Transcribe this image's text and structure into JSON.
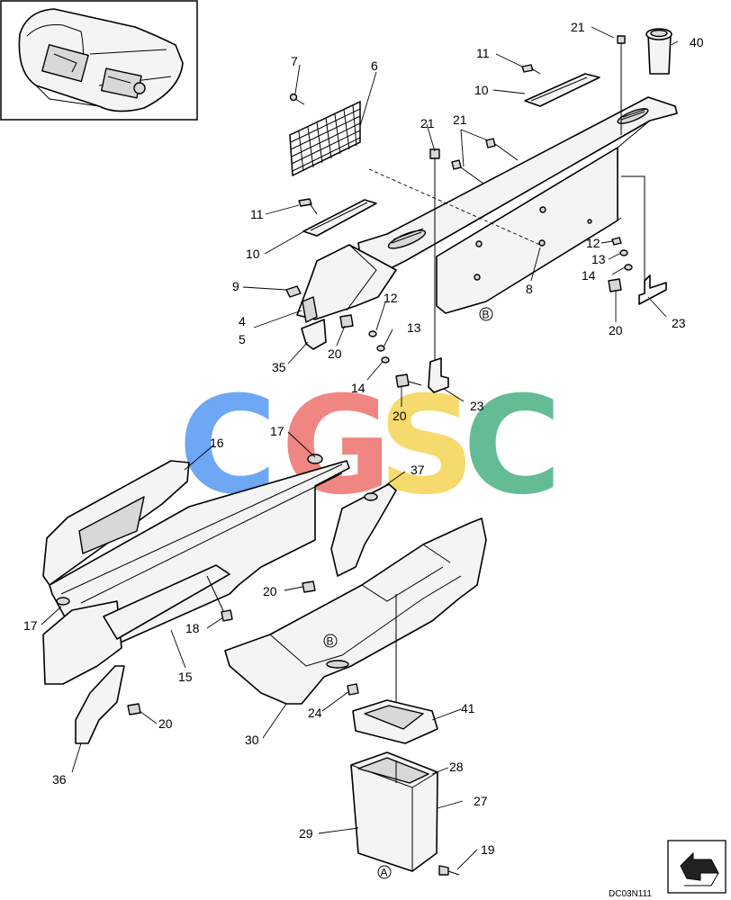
{
  "drawing_code": "DC03N111",
  "watermark": {
    "letters": [
      "C",
      "G",
      "S",
      "C"
    ],
    "colors": [
      "#5b9cf2",
      "#ef7670",
      "#f7d55a",
      "#4fb386"
    ]
  },
  "callouts": {
    "c1": "21",
    "c2": "40",
    "c3": "11",
    "c4": "7",
    "c5": "6",
    "c6": "10",
    "c7": "21",
    "c8": "21",
    "c9": "11",
    "c10": "10",
    "c11": "12",
    "c12": "13",
    "c13": "14",
    "c14": "9",
    "c15": "12",
    "c16": "8",
    "c17": "4",
    "c18": "5",
    "c19": "13",
    "c20": "20",
    "c21": "20",
    "c22": "23",
    "c23": "35",
    "c24": "14",
    "c25": "23",
    "c26": "20",
    "c27": "16",
    "c28": "17",
    "c29": "37",
    "c30": "20",
    "c31": "17",
    "c32": "18",
    "c33": "15",
    "c34": "41",
    "c35": "24",
    "c36": "20",
    "c37": "30",
    "c38": "28",
    "c39": "36",
    "c40": "27",
    "c41": "29",
    "c42": "19"
  },
  "refs": {
    "b1": "B",
    "b2": "B",
    "a1": "A"
  },
  "icons": [
    "inset-seat-icon",
    "direction-arrow-icon"
  ]
}
